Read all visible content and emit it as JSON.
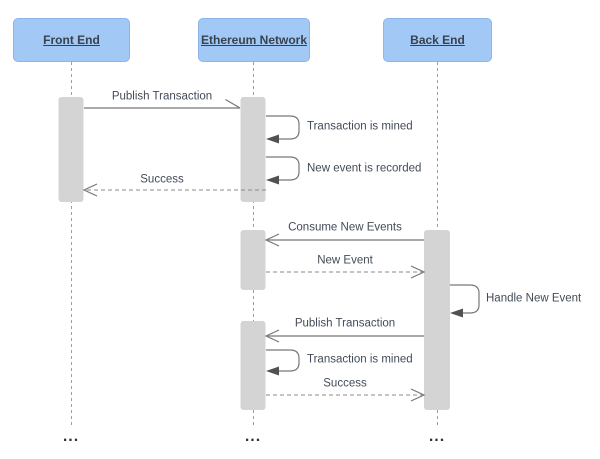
{
  "diagram": {
    "type": "sequence",
    "actors": [
      {
        "label": "Front End"
      },
      {
        "label": "Ethereum Network"
      },
      {
        "label": "Back End"
      }
    ],
    "messages": [
      {
        "label": "Publish Transaction",
        "from": "Front End",
        "to": "Ethereum Network",
        "style": "solid"
      },
      {
        "label": "Transaction is mined",
        "from": "Ethereum Network",
        "to": "Ethereum Network",
        "style": "self"
      },
      {
        "label": "New event is recorded",
        "from": "Ethereum Network",
        "to": "Ethereum Network",
        "style": "self"
      },
      {
        "label": "Success",
        "from": "Ethereum Network",
        "to": "Front End",
        "style": "dashed"
      },
      {
        "label": "Consume New Events",
        "from": "Back End",
        "to": "Ethereum Network",
        "style": "solid"
      },
      {
        "label": "New Event",
        "from": "Ethereum Network",
        "to": "Back End",
        "style": "dashed"
      },
      {
        "label": "Handle New Event",
        "from": "Back End",
        "to": "Back End",
        "style": "self"
      },
      {
        "label": "Publish Transaction",
        "from": "Back End",
        "to": "Ethereum Network",
        "style": "solid"
      },
      {
        "label": "Transaction is mined",
        "from": "Ethereum Network",
        "to": "Ethereum Network",
        "style": "self"
      },
      {
        "label": "Success",
        "from": "Ethereum Network",
        "to": "Back End",
        "style": "dashed"
      }
    ],
    "ellipsis": "...",
    "colors": {
      "actor_fill": "#a2c9f6",
      "actor_border": "#8cb6e8",
      "actor_text": "#39414e",
      "activation_fill": "#d4d4d4",
      "line": "#777777",
      "message_text": "#424b58",
      "lifeline": "#9f9f9f",
      "background": "#ffffff"
    }
  }
}
